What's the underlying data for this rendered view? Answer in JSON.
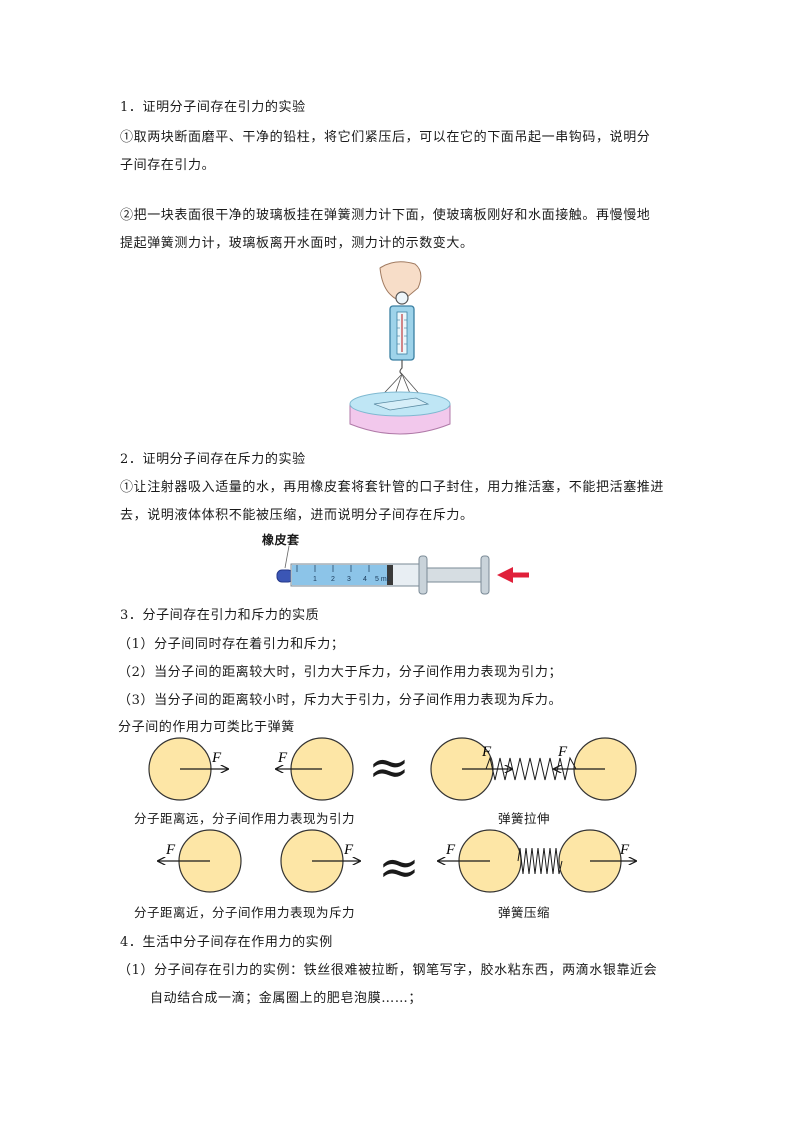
{
  "sections": [
    {
      "heading": "1．证明分子间存在引力的实验",
      "paragraphs": [
        [
          "①取两块断面磨平、干净的铅柱，将它们紧压后，可以在它的下面吊起一串钩码，说明分",
          "子间存在引力。"
        ],
        [
          "②把一块表面很干净的玻璃板挂在弹簧测力计下面，使玻璃板刚好和水面接触。再慢慢地",
          "提起弹簧测力计，玻璃板离开水面时，测力计的示数变大。"
        ]
      ]
    },
    {
      "heading": "2．证明分子间存在斥力的实验",
      "paragraphs": [
        [
          "①让注射器吸入适量的水，再用橡皮套将套针管的口子封住，用力推活塞，不能把活塞推进",
          "去，说明液体体积不能被压缩，进而说明分子间存在斥力。"
        ]
      ]
    },
    {
      "heading": "3．分子间存在引力和斥力的实质",
      "items": [
        "（1）分子间同时存在着引力和斥力；",
        "（2）当分子间的距离较大时，引力大于斥力，分子间作用力表现为引力；",
        "（3）当分子间的距离较小时，斥力大于引力，分子间作用力表现为斥力。"
      ],
      "note": "分子间的作用力可类比于弹簧"
    },
    {
      "heading": "4．生活中分子间存在作用力的实例",
      "items": [
        [
          "（1）分子间存在引力的实例：铁丝很难被拉断，钢笔写字，胶水粘东西，两滴水银靠近会",
          "自动结合成一滴；金属圈上的肥皂泡膜……；"
        ]
      ]
    }
  ],
  "syringe": {
    "label": "橡皮套",
    "ticks": [
      "1",
      "2",
      "3",
      "4",
      "5 mL"
    ]
  },
  "analogy": {
    "force_symbol": "F",
    "approx_symbol": "≈",
    "captions": {
      "far": "分子距离远，分子间作用力表现为引力",
      "stretch": "弹簧拉伸",
      "near": "分子距离近，分子间作用力表现为斥力",
      "compress": "弹簧压缩"
    }
  },
  "colors": {
    "molecule_fill": "#fde6a6",
    "molecule_stroke": "#333333",
    "text": "#1a1a1a",
    "dish": "#f2c8ec",
    "water": "#bfe6f5",
    "arrow_red": "#e0203a"
  }
}
